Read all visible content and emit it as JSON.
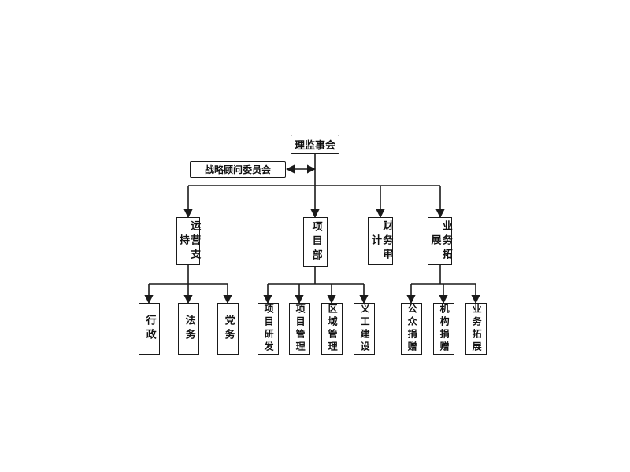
{
  "diagram": {
    "root": "理监事会",
    "advisory": "战略顾问委员会",
    "departments": [
      {
        "id": "ops",
        "label": "运营支持",
        "children": [
          "行政",
          "法务",
          "党务"
        ]
      },
      {
        "id": "project",
        "label": "项目部",
        "children": [
          "项目研发",
          "项目管理",
          "区域管理",
          "义工建设"
        ]
      },
      {
        "id": "finance",
        "label": "财务审计",
        "children": []
      },
      {
        "id": "biz",
        "label": "业务拓展",
        "children": [
          "公众捐赠",
          "机构捐赠",
          "业务拓展"
        ]
      }
    ],
    "colors": {
      "line": "#1a1a1a",
      "box_border": "#1a1a1a",
      "text": "#111111",
      "background": "#ffffff"
    }
  }
}
